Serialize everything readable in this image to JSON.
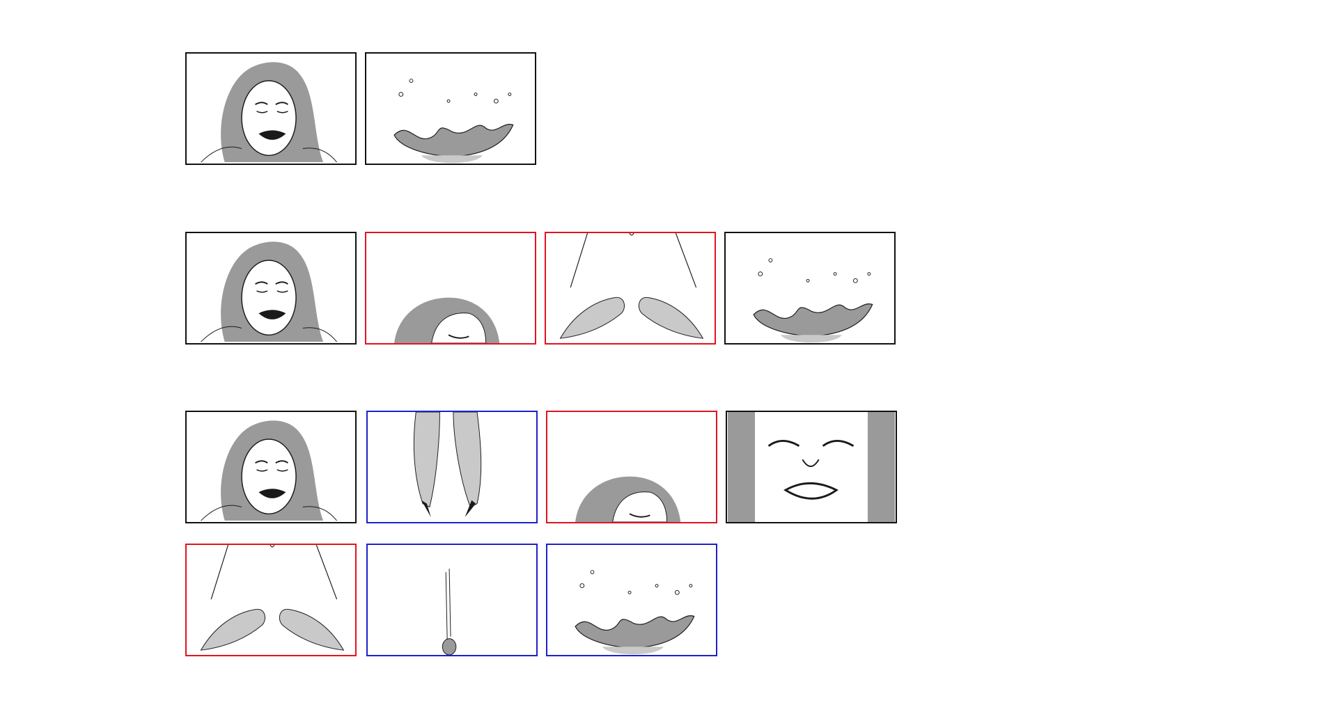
{
  "colors": {
    "frame_black": "#111111",
    "frame_red": "#e0141e",
    "frame_blue": "#1d22c8",
    "tone_dark": "#9a9a9a",
    "tone_light": "#c9c9c9",
    "ink": "#1a1a1a"
  },
  "sequences": [
    {
      "name": "sequence-1",
      "panels": [
        {
          "frame": "black",
          "content": "crying-woman"
        },
        {
          "frame": "black",
          "content": "splash"
        }
      ]
    },
    {
      "name": "sequence-2",
      "panels": [
        {
          "frame": "black",
          "content": "crying-woman"
        },
        {
          "frame": "red",
          "content": "head-top"
        },
        {
          "frame": "red",
          "content": "hands-pinch"
        },
        {
          "frame": "black",
          "content": "splash"
        }
      ]
    },
    {
      "name": "sequence-3",
      "panels": [
        {
          "frame": "black",
          "content": "crying-woman"
        },
        {
          "frame": "blue",
          "content": "legs-heels"
        },
        {
          "frame": "red",
          "content": "head-top"
        },
        {
          "frame": "black",
          "content": "squint-face"
        },
        {
          "frame": "red",
          "content": "hands-pinch"
        },
        {
          "frame": "blue",
          "content": "falling-drop"
        },
        {
          "frame": "blue",
          "content": "splash"
        }
      ]
    }
  ]
}
